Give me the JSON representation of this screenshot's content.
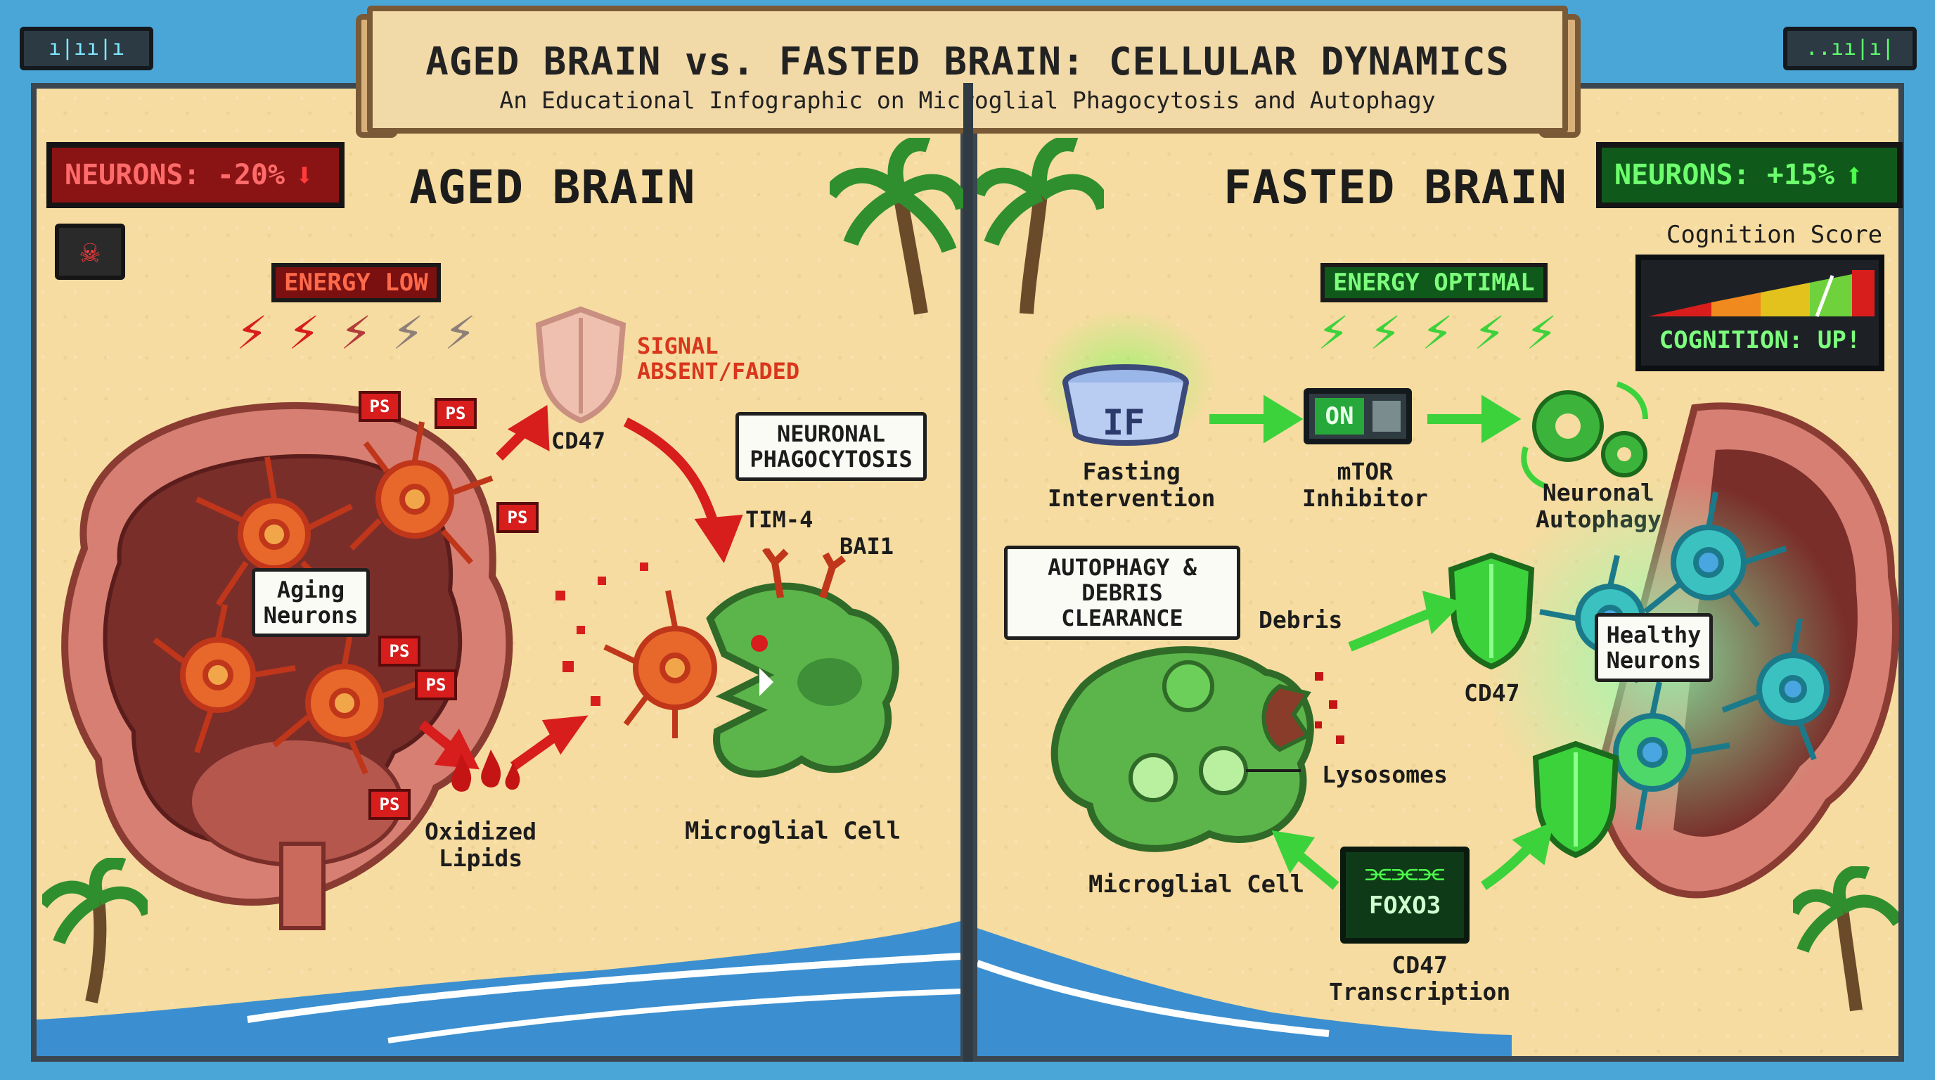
{
  "header": {
    "title": "AGED BRAIN vs. FASTED BRAIN: CELLULAR DYNAMICS",
    "subtitle": "An Educational Infographic on Microglial Phagocytosis and Autophagy"
  },
  "left": {
    "title": "AGED BRAIN",
    "neurons_status": "NEURONS: -20%",
    "neurons_arrow": "down-arrow-icon",
    "skull_icon": "skull-icon",
    "energy_label": "ENERGY LOW",
    "aging_neurons_label": "Aging Neurons",
    "ps_flag": "PS",
    "cd47_label": "CD47",
    "signal_label_line1": "SIGNAL",
    "signal_label_line2": "ABSENT/FADED",
    "phagocytosis_line1": "NEURONAL",
    "phagocytosis_line2": "PHAGOCYTOSIS",
    "tim4_label": "TIM-4",
    "bai1_label": "BAI1",
    "oxidized_line1": "Oxidized",
    "oxidized_line2": "Lipids",
    "microglia_label": "Microglial Cell"
  },
  "right": {
    "title": "FASTED BRAIN",
    "neurons_status": "NEURONS: +15%",
    "neurons_arrow": "up-arrow-icon",
    "cognition_title": "Cognition Score",
    "cognition_status": "COGNITION: UP!",
    "energy_label": "ENERGY OPTIMAL",
    "if_label": "IF",
    "fasting_line1": "Fasting",
    "fasting_line2": "Intervention",
    "toggle_label": "ON",
    "mtor_line1": "mTOR",
    "mtor_line2": "Inhibitor",
    "autophagy_line1": "Neuronal",
    "autophagy_line2": "Autophagy",
    "clearance_line1": "AUTOPHAGY &",
    "clearance_line2": "DEBRIS CLEARANCE",
    "debris_label": "Debris",
    "cd47_upper": "CD47",
    "healthy_line1": "Healthy",
    "healthy_line2": "Neurons",
    "lysosomes_label": "Lysosomes",
    "microglia_label": "Microglial Cell",
    "foxo3_label": "FOXO3",
    "transcription_line1": "CD47",
    "transcription_line2": "Transcription"
  },
  "colors": {
    "sand": "#f6dca0",
    "danger_red": "#d81d1d",
    "good_green": "#3cd23c",
    "microglia_green": "#5cb54a",
    "neuron_orange": "#e8672a",
    "sea_blue": "#3b8fd0"
  }
}
